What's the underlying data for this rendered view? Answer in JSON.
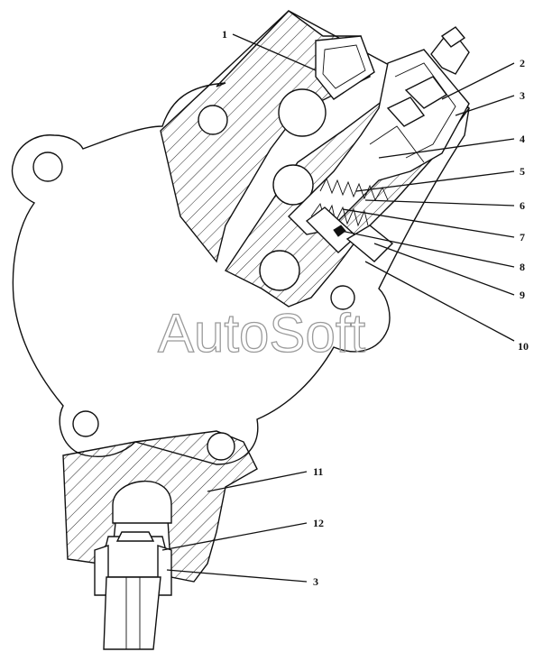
{
  "watermark": "AutoSoft",
  "callouts": [
    {
      "id": "1",
      "label": "1"
    },
    {
      "id": "2",
      "label": "2"
    },
    {
      "id": "3a",
      "label": "3"
    },
    {
      "id": "4",
      "label": "4"
    },
    {
      "id": "5",
      "label": "5"
    },
    {
      "id": "6",
      "label": "6"
    },
    {
      "id": "7",
      "label": "7"
    },
    {
      "id": "8",
      "label": "8"
    },
    {
      "id": "9",
      "label": "9"
    },
    {
      "id": "10",
      "label": "10"
    },
    {
      "id": "11",
      "label": "11"
    },
    {
      "id": "12",
      "label": "12"
    },
    {
      "id": "3b",
      "label": "3"
    }
  ]
}
